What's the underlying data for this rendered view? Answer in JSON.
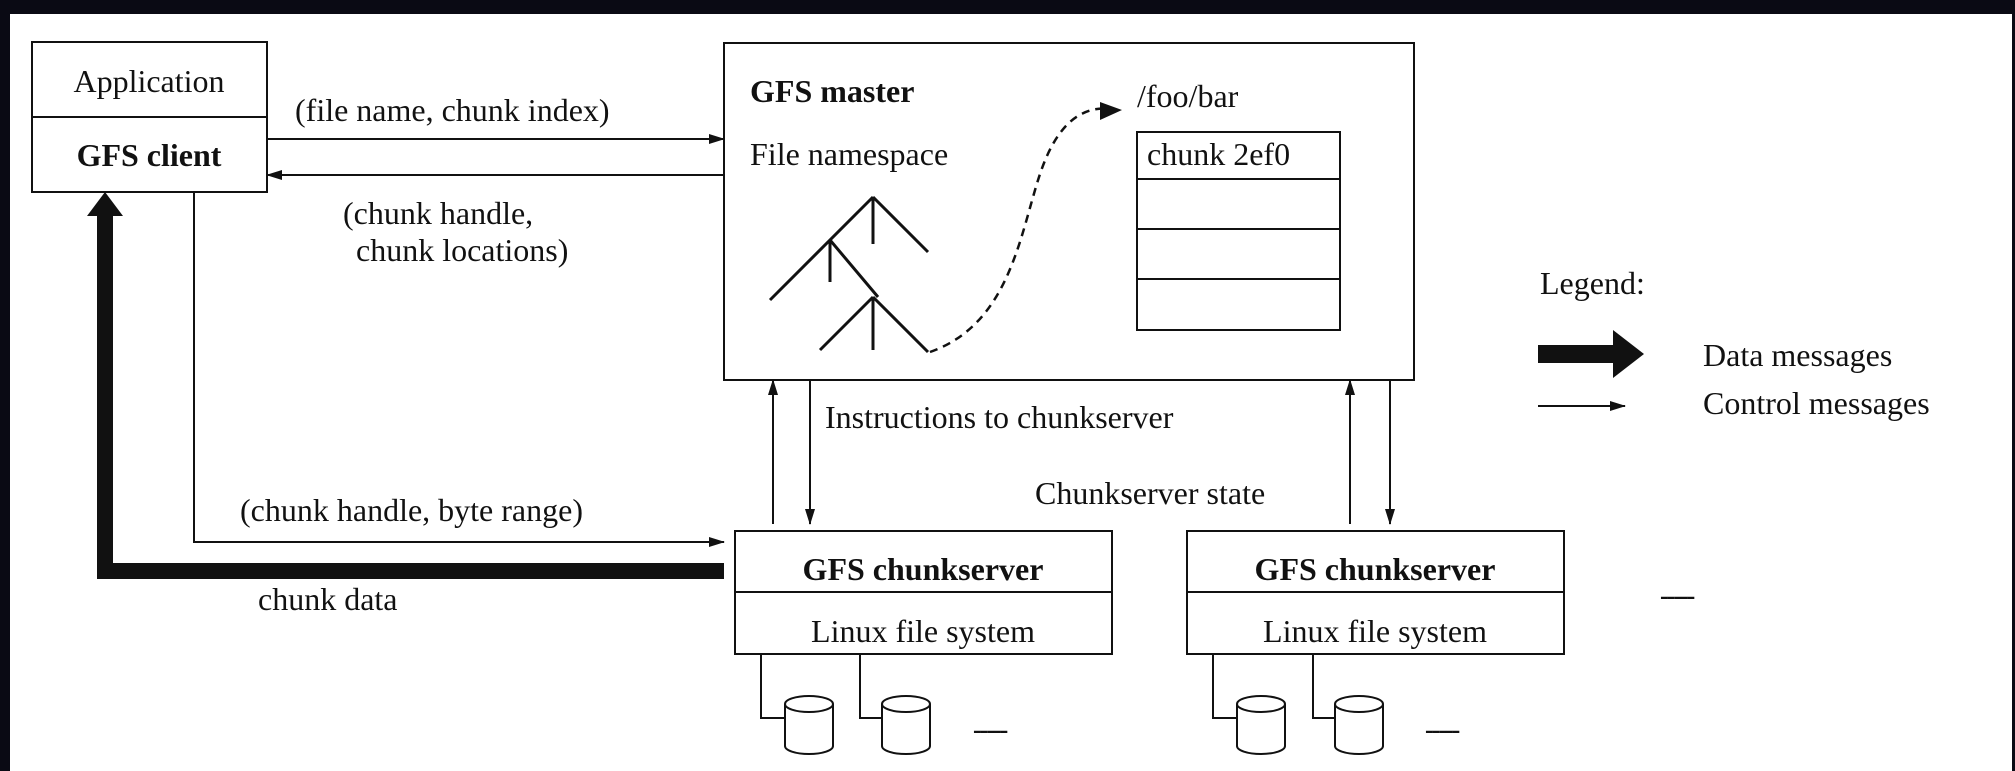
{
  "diagram": {
    "application": "Application",
    "gfs_client": "GFS client",
    "gfs_master": "GFS master",
    "file_namespace": "File namespace",
    "path": "/foo/bar",
    "chunk_entry": "chunk 2ef0",
    "request_label": "(file name, chunk index)",
    "reply_label_line1": "(chunk handle,",
    "reply_label_line2": "chunk locations)",
    "instructions_label": "Instructions to chunkserver",
    "state_label": "Chunkserver state",
    "data_request_label": "(chunk handle, byte range)",
    "chunk_data_label": "chunk data",
    "chunkserver_1": "GFS chunkserver",
    "linux_fs_1": "Linux file system",
    "chunkserver_2": "GFS chunkserver",
    "linux_fs_2": "Linux file system",
    "more_chunkservers": "-----",
    "more_disks_1": "-----",
    "more_disks_2": "-----"
  },
  "legend": {
    "title": "Legend:",
    "data_messages": "Data messages",
    "control_messages": "Control messages"
  },
  "colors": {
    "background": "#0a0a14",
    "page": "#ffffff",
    "ink": "#111111"
  }
}
